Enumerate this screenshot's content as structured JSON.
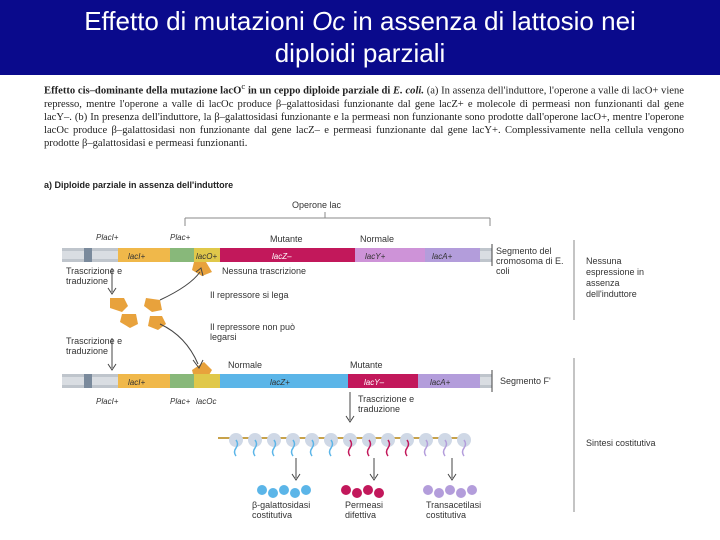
{
  "title": {
    "line1_prefix": "Effetto di mutazioni ",
    "line1_italic": "Oc",
    "line1_suffix": " in assenza di lattosio nei",
    "line2": "diploidi parziali"
  },
  "caption": {
    "lead": "Effetto cis–dominante della mutazione lacO",
    "lead_sup": "c",
    "lead2": " in un ceppo diploide parziale di ",
    "lead_species": "E. coli.",
    "body": " (a) In assenza dell'induttore, l'operone a valle di lacO+ viene represso, mentre l'operone a valle di lacOc produce β–galattosidasi funzionante dal gene lacZ+ e molecole di permeasi non funzionanti dal gene lacY–. (b) In presenza dell'induttore, la β–galattosidasi funzionante e la permeasi non funzionante sono prodotte dall'operone lacO+, mentre l'operone lacOc produce β–galattosidasi non funzionante dal gene lacZ– e permeasi funzionante dal gene lacY+. Complessivamente nella cellula vengono prodotte β–galattosidasi e permeasi funzionanti."
  },
  "diagram": {
    "panel_label": "a) Diploide parziale in assenza dell'induttore",
    "operon_label": "Operone lac",
    "top_strand": {
      "p_laci": "PlacI+",
      "p_lac": "Plac+",
      "laci": "lacI+",
      "laco": "lacO+",
      "lacz": "lacZ–",
      "lacy": "lacY+",
      "laca": "lacA+",
      "mutante": "Mutante",
      "normale": "Normale",
      "no_transcription": "Nessuna trascrizione",
      "segment": "Segmento del cromosoma di E. coli"
    },
    "side_note_top": "Nessuna espressione in assenza dell'induttore",
    "labels": {
      "trascrizione1": "Trascrizione e traduzione",
      "repressore_lega": "Il repressore si lega",
      "trascrizione2": "Trascrizione e traduzione",
      "repressore_non": "Il repressore non può legarsi",
      "trascrizione3": "Trascrizione e traduzione"
    },
    "bottom_strand": {
      "p_laci": "PlacI+",
      "p_lac": "Plac+",
      "laci": "lacI+",
      "laco": "lacOc",
      "lacz": "lacZ+",
      "lacy": "lacY–",
      "laca": "lacA+",
      "normale": "Normale",
      "mutante": "Mutante",
      "segment": "Segmento F'"
    },
    "side_note_bottom": "Sintesi costitutiva",
    "products": {
      "galactosidase": "β-galattosidasi costitutiva",
      "permease": "Permeasi difettiva",
      "transacetylase": "Transacetilasi costitutiva"
    }
  }
}
